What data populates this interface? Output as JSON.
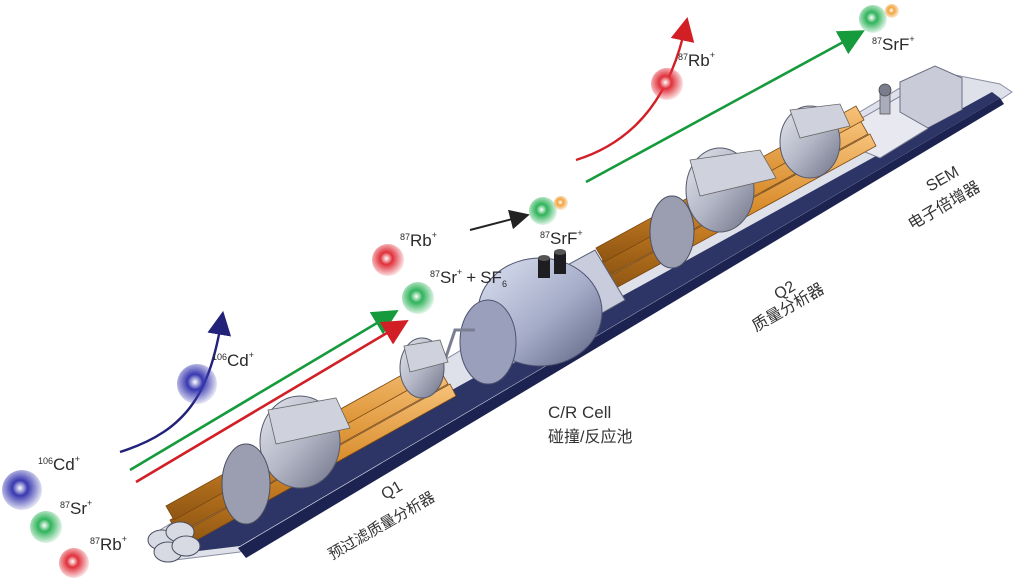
{
  "colors": {
    "cd_ion": "#3838b0",
    "sr_ion": "#2fb35a",
    "rb_ion": "#e0303a",
    "f_atom": "#f2a440",
    "path_cd": "#22227a",
    "path_sr": "#159a3c",
    "path_rb": "#d21f26",
    "rod_orange": "#d88a28",
    "housing_grey": "#b4b7c6",
    "rail_navy": "#2c3566"
  },
  "ions_left": {
    "cd": {
      "mass": "106",
      "sym": "Cd",
      "charge": "+"
    },
    "sr": {
      "mass": "87",
      "sym": "Sr",
      "charge": "+"
    },
    "rb": {
      "mass": "87",
      "sym": "Rb",
      "charge": "+"
    }
  },
  "ion_cd_deflected": {
    "mass": "106",
    "sym": "Cd",
    "charge": "+"
  },
  "ion_rb_mid": {
    "mass": "87",
    "sym": "Rb",
    "charge": "+"
  },
  "reaction": {
    "sr_mass": "87",
    "sr_sym": "Sr",
    "sr_charge": "+",
    "plus": "+",
    "sf_sym": "SF",
    "sf_sub": "6",
    "product_mass": "87",
    "product_sym": "SrF",
    "product_charge": "+"
  },
  "ion_rb_deflected": {
    "mass": "87",
    "sym": "Rb",
    "charge": "+"
  },
  "ion_srf_out": {
    "mass": "87",
    "sym": "SrF",
    "charge": "+"
  },
  "labels": {
    "q1_en": "Q1",
    "q1_zh": "预过滤质量分析器",
    "cell_en": "C/R  Cell",
    "cell_zh": "碰撞/反应池",
    "q2_en": "Q2",
    "q2_zh": "质量分析器",
    "sem_en": "SEM",
    "sem_zh": "电子倍增器"
  }
}
